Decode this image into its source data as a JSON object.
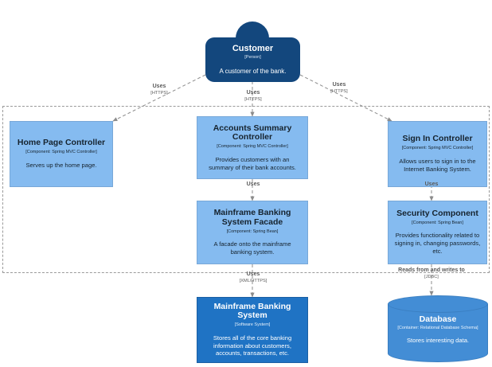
{
  "diagram": {
    "type": "c4-component-diagram",
    "colors": {
      "person_fill": "#13477d",
      "component_fill": "#85bbf0",
      "system_fill": "#1f73c4",
      "database_fill": "#438dd5",
      "boundary_stroke": "#9a9a9a",
      "edge_stroke": "#8c8c8c",
      "label_text": "#5a5a5a"
    }
  },
  "nodes": {
    "customer": {
      "name": "Customer",
      "tech": "[Person]",
      "description": "A customer of the bank."
    },
    "home_page_controller": {
      "name": "Home Page Controller",
      "tech": "[Component: Spring MVC Controller]",
      "description": "Serves up the home page."
    },
    "accounts_summary_controller": {
      "name": "Accounts Summary Controller",
      "tech": "[Component: Spring MVC Controller]",
      "description": "Provides customers with an summary of their bank accounts."
    },
    "sign_in_controller": {
      "name": "Sign In Controller",
      "tech": "[Component: Spring MVC Controller]",
      "description": "Allows users to sign in to the Internet Banking System."
    },
    "mainframe_facade": {
      "name": "Mainframe Banking System Facade",
      "tech": "[Component: Spring Bean]",
      "description": "A facade onto the mainframe banking system."
    },
    "security_component": {
      "name": "Security Component",
      "tech": "[Component: Spring Bean]",
      "description": "Provides functionality related to signing in, changing passwords, etc."
    },
    "mainframe_banking_system": {
      "name": "Mainframe Banking System",
      "tech": "[Software System]",
      "description": "Stores all of the core banking information about customers, accounts, transactions, etc."
    },
    "database": {
      "name": "Database",
      "tech": "[Container: Relational Database Schema]",
      "description": "Stores interesting data."
    }
  },
  "edges": [
    {
      "id": "customer-to-home",
      "label": "Uses",
      "technology": "[HTTPS]"
    },
    {
      "id": "customer-to-accounts",
      "label": "Uses",
      "technology": "[HTTPS]"
    },
    {
      "id": "customer-to-signin",
      "label": "Uses",
      "technology": "[HTTPS]"
    },
    {
      "id": "accounts-to-facade",
      "label": "Uses",
      "technology": ""
    },
    {
      "id": "signin-to-security",
      "label": "Uses",
      "technology": ""
    },
    {
      "id": "facade-to-mainframe",
      "label": "Uses",
      "technology": "[XML/HTTPS]"
    },
    {
      "id": "security-to-database",
      "label": "Reads from and writes to",
      "technology": "[JDBC]"
    }
  ]
}
